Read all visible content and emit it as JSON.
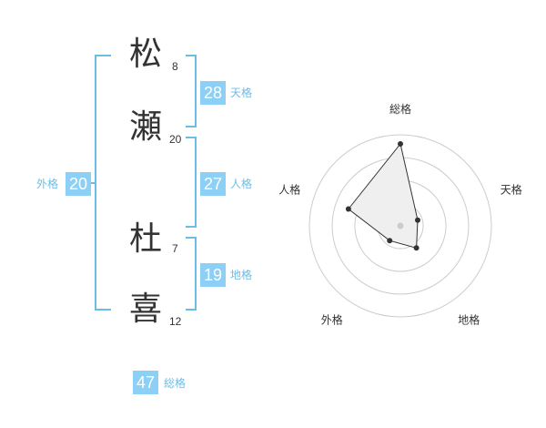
{
  "name": {
    "chars": [
      {
        "char": "松",
        "strokes": "8"
      },
      {
        "char": "瀬",
        "strokes": "20"
      },
      {
        "char": "杜",
        "strokes": "7"
      },
      {
        "char": "喜",
        "strokes": "12"
      }
    ]
  },
  "scores": {
    "tenkaku": {
      "value": "28",
      "label": "天格"
    },
    "jinkaku": {
      "value": "27",
      "label": "人格"
    },
    "chikaku": {
      "value": "19",
      "label": "地格"
    },
    "gaikaku": {
      "value": "20",
      "label": "外格"
    },
    "soukaku": {
      "value": "47",
      "label": "総格"
    }
  },
  "colors": {
    "accent": "#6bbde8",
    "badge": "#8dd0f5",
    "text": "#333333"
  },
  "chart_data": {
    "type": "radar",
    "axes": [
      "総格",
      "天格",
      "地格",
      "外格",
      "人格"
    ],
    "values": [
      0.9,
      0.2,
      0.3,
      0.2,
      0.6
    ],
    "rings": 4,
    "grid": true
  }
}
